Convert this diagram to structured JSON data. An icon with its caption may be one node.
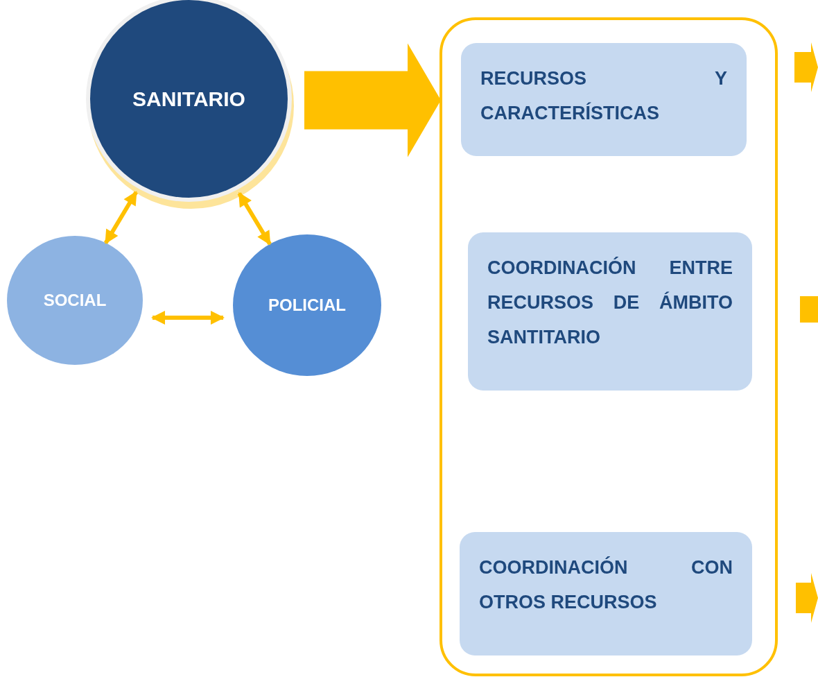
{
  "diagram": {
    "nodes": [
      {
        "text": [
          "SANITARIO"
        ]
      },
      {
        "text": [
          "SOCIAL"
        ]
      },
      {
        "text": [
          "POLICIAL"
        ]
      },
      {
        "text": [],
        "shape": "box"
      },
      {
        "text": [
          "RECURSOS Y CARACTERÍSTICAS"
        ],
        "in": 3
      },
      {
        "text": [
          "COORDINACIÓN ENTRE RECURSOS DE ÁMBITO SANTITARIO"
        ],
        "in": 3
      },
      {
        "text": [
          "COORDINACIÓN CON OTROS RECURSOS"
        ],
        "in": 3
      }
    ],
    "edges": [
      {
        "from": 0,
        "to": 1,
        "arrow": "both"
      },
      {
        "from": 0,
        "to": 2,
        "arrow": "both"
      },
      {
        "from": 1,
        "to": 2,
        "arrow": "both"
      },
      {
        "from": 0,
        "to": 3,
        "arrow": "to",
        "style": "thick"
      },
      {
        "from": 3,
        "to": null,
        "arrow": "to",
        "style": "thick"
      },
      {
        "from": 3,
        "to": null,
        "arrow": "none",
        "style": "thick"
      },
      {
        "from": 3,
        "to": null,
        "arrow": "to",
        "style": "thick"
      }
    ]
  }
}
